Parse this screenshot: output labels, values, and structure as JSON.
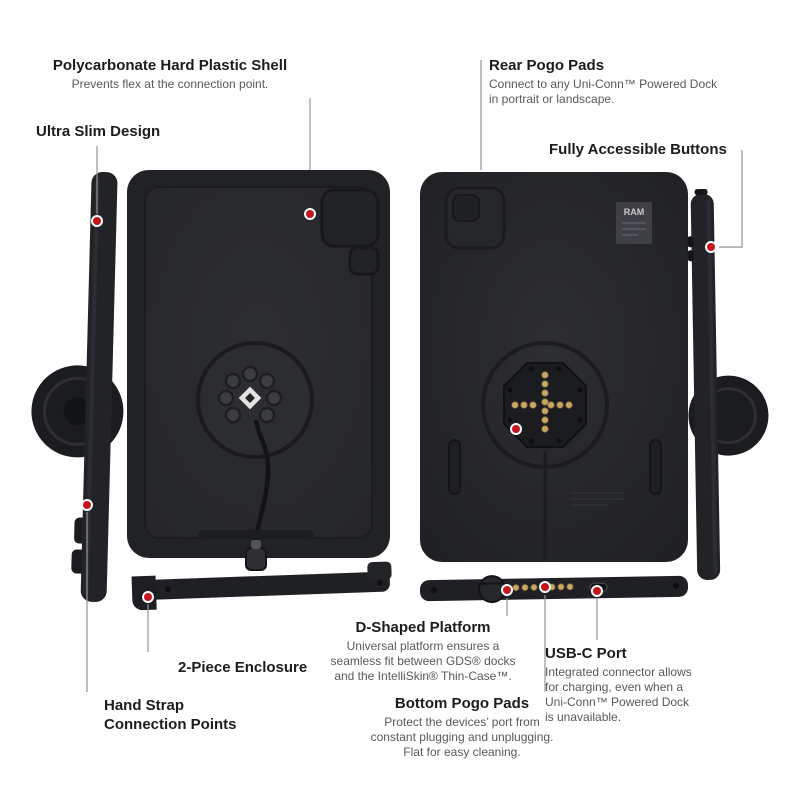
{
  "callouts": {
    "shell": {
      "title": "Polycarbonate Hard Plastic Shell",
      "body": "Prevents flex at the connection point."
    },
    "ultra_slim": {
      "title": "Ultra Slim Design"
    },
    "rear_pogo": {
      "title": "Rear Pogo Pads",
      "body_line1": "Connect to any Uni-Conn™ Powered Dock",
      "body_line2": "in portrait or landscape."
    },
    "buttons": {
      "title": "Fully Accessible Buttons"
    },
    "two_piece": {
      "title": "2-Piece Enclosure"
    },
    "hand_strap": {
      "title_line1": "Hand Strap",
      "title_line2": "Connection Points"
    },
    "d_platform": {
      "title": "D-Shaped Platform",
      "body_line1": "Universal platform ensures a",
      "body_line2": "seamless fit between GDS® docks",
      "body_line3": "and the IntelliSkin® Thin-Case™."
    },
    "bottom_pogo": {
      "title": "Bottom Pogo Pads",
      "body_line1": "Protect the devices’ port from",
      "body_line2": "constant plugging and unplugging.",
      "body_line3": "Flat for easy cleaning."
    },
    "usb_c": {
      "title": "USB-C Port",
      "body_line1": "Integrated connector allows",
      "body_line2": "for charging, even when a",
      "body_line3": "Uni-Conn™ Powered Dock",
      "body_line4": "is unavailable."
    }
  },
  "product": {
    "brand": "RAM"
  },
  "colors": {
    "accent_red": "#c4161c",
    "pogo_gold": "#c9a25f",
    "heading_text": "#1c1c1e",
    "body_text": "#58595b"
  }
}
